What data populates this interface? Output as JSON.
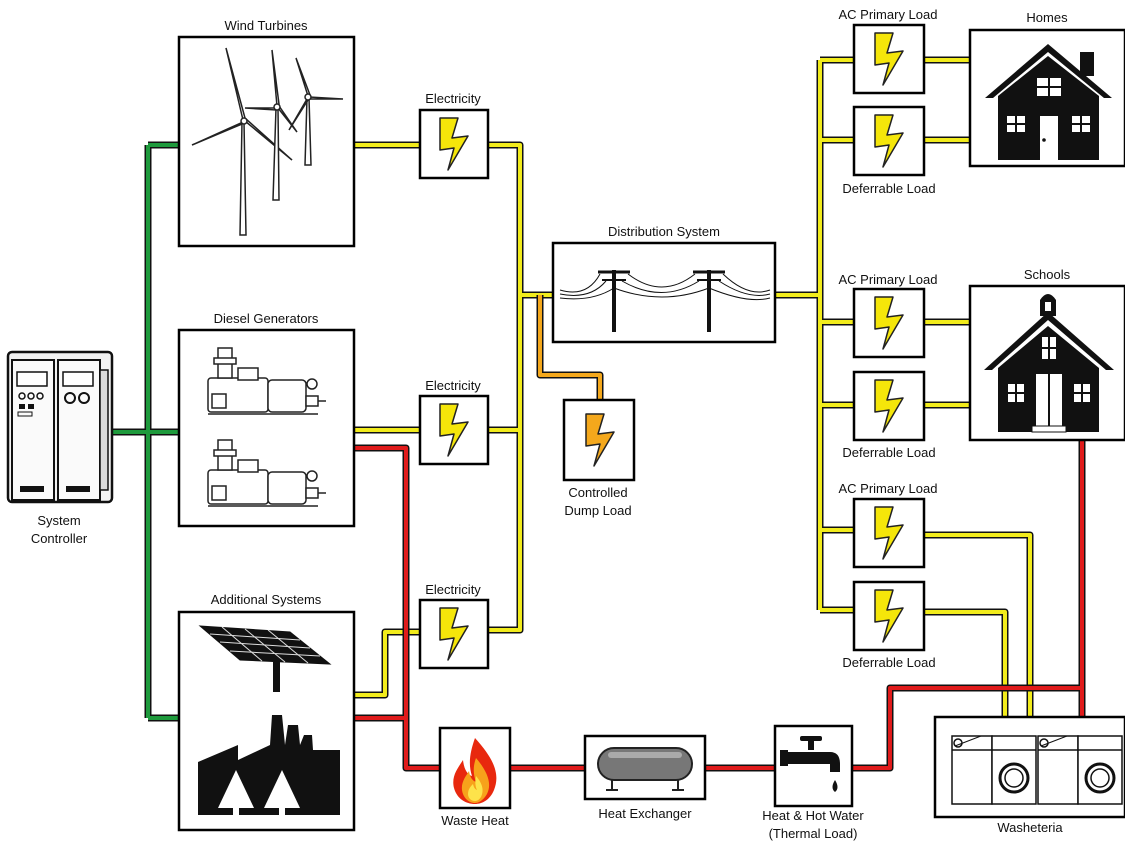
{
  "colors": {
    "electric_wire": "#f2ec1c",
    "heat_wire": "#e01b1b",
    "control_wire": "#1e9a3c",
    "dump_wire": "#f4a81c",
    "bolt_yellow": "#f5e60a",
    "bolt_orange": "#f4a81c"
  },
  "labels": {
    "wind_turbines": "Wind Turbines",
    "diesel_generators": "Diesel Generators",
    "additional_systems": "Additional Systems",
    "system_controller_line1": "System",
    "system_controller_line2": "Controller",
    "electricity_1": "Electricity",
    "electricity_2": "Electricity",
    "electricity_3": "Electricity",
    "distribution_system": "Distribution System",
    "dump_load_line1": "Controlled",
    "dump_load_line2": "Dump Load",
    "ac_primary_load_1": "AC Primary Load",
    "deferrable_load_1": "Deferrable Load",
    "ac_primary_load_2": "AC Primary Load",
    "deferrable_load_2": "Deferrable Load",
    "ac_primary_load_3": "AC Primary Load",
    "deferrable_load_3": "Deferrable Load",
    "homes": "Homes",
    "schools": "Schools",
    "washeteria": "Washeteria",
    "waste_heat": "Waste Heat",
    "heat_exchanger": "Heat Exchanger",
    "thermal_load_line1": "Heat & Hot Water",
    "thermal_load_line2": "(Thermal Load)"
  },
  "icons": {
    "wind": "wind-turbine-icon",
    "diesel": "diesel-generator-icon",
    "solar": "solar-panel-icon",
    "factory": "factory-icon",
    "controller": "controller-cabinet-icon",
    "bolt": "lightning-bolt-icon",
    "power_lines": "power-line-icon",
    "house": "house-icon",
    "school": "school-icon",
    "washer": "washing-machine-icon",
    "flame": "flame-icon",
    "tank": "tank-icon",
    "faucet": "faucet-icon"
  }
}
